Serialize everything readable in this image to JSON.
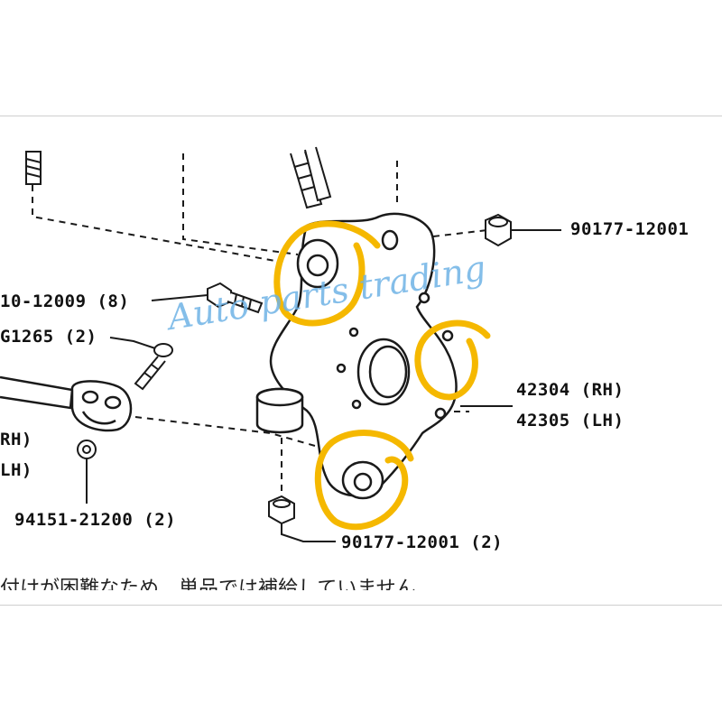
{
  "labels": {
    "nut_top": "90177-12001",
    "bolt_left": "10-12009 (8)",
    "bolt_left2": "G1265 (2)",
    "knuckle_rh": "42304 (RH)",
    "knuckle_lh": "42305 (LH)",
    "side_rh": "RH)",
    "side_lh": "LH)",
    "bushing": "94151-21200 (2)",
    "nut_bottom": "90177-12001 (2)"
  },
  "japanese_note": "付けが困難なため、単品では補給していません",
  "watermark": "Auto parts trading",
  "colors": {
    "highlight": "#F5B800",
    "watermark": "#6FB3E6",
    "line": "#1a1a1a"
  }
}
